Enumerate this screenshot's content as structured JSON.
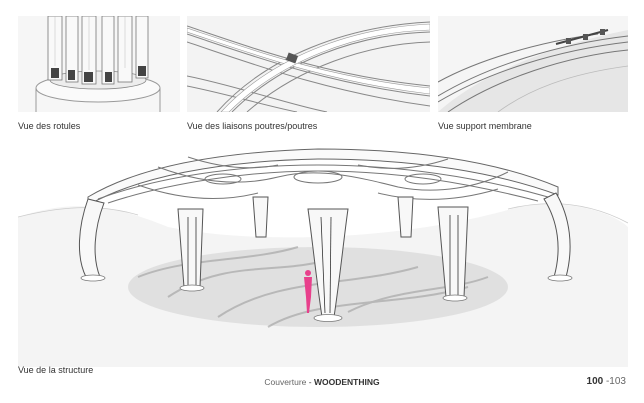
{
  "views": {
    "rotules": "Vue des rotules",
    "liaisons": "Vue des liaisons poutres/poutres",
    "membrane": "Vue support membrane",
    "structure": "Vue de la structure"
  },
  "footer": {
    "section": "Couverture",
    "separator": " - ",
    "project": "WOODENTHING"
  },
  "page": {
    "current": "100",
    "total": " -103"
  },
  "colors": {
    "figure": "#e8408c"
  }
}
